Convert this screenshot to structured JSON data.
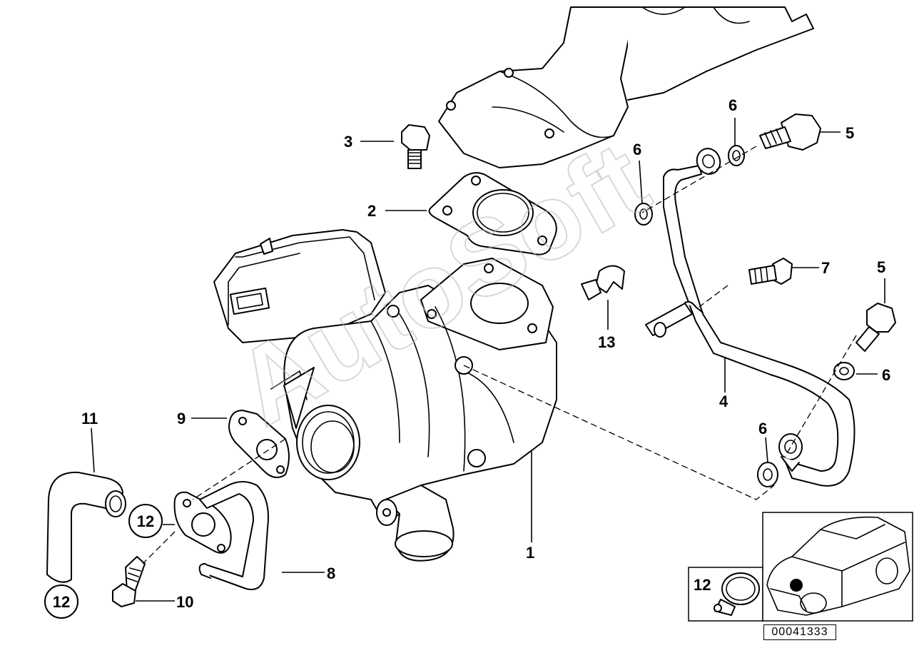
{
  "watermark": "AutoSoft",
  "callouts": {
    "c1": "1",
    "c2": "2",
    "c3": "3",
    "c4": "4",
    "c5a": "5",
    "c5b": "5",
    "c6a": "6",
    "c6b": "6",
    "c6c": "6",
    "c6d": "6",
    "c7": "7",
    "c8": "8",
    "c9": "9",
    "c10": "10",
    "c11": "11",
    "c12a": "12",
    "c12b": "12",
    "c12c": "12",
    "c13": "13"
  },
  "document_number": "00041333"
}
